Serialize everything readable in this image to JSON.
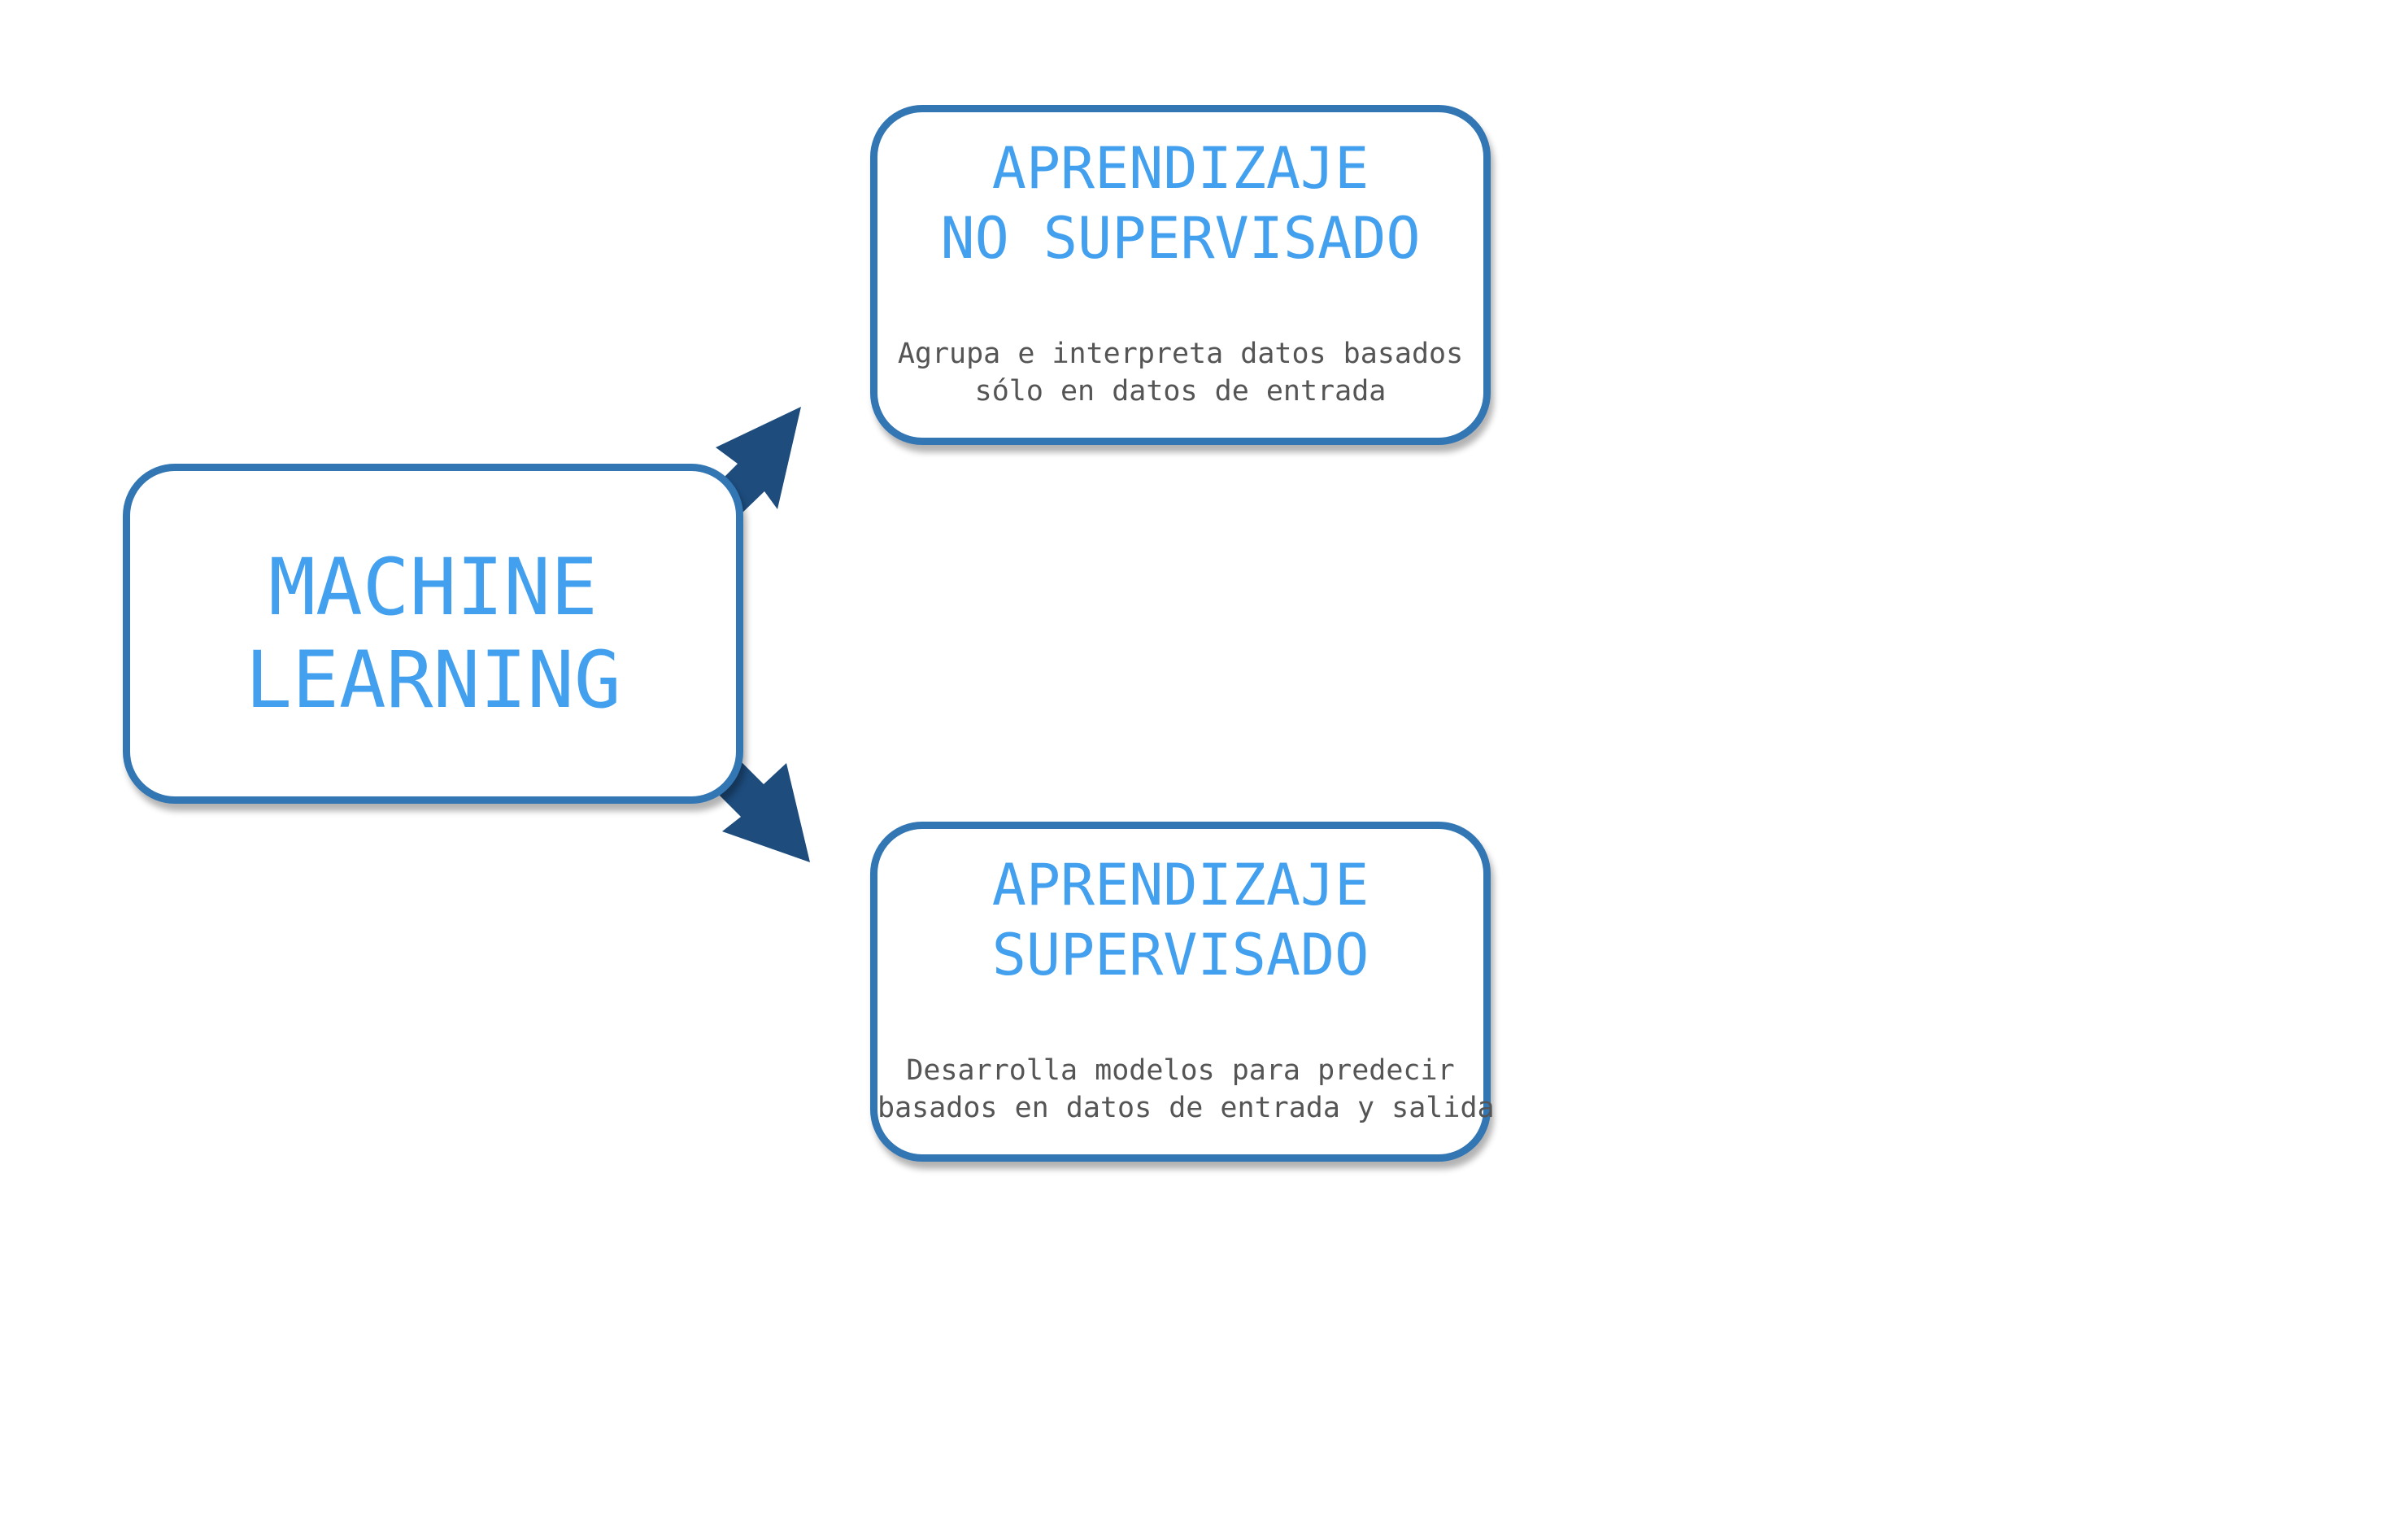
{
  "colors": {
    "node_border": "#3376b4",
    "title_text": "#42a0ef",
    "description_text": "#555555",
    "arrow": "#1d4c7d"
  },
  "root": {
    "title_line1": "MACHINE",
    "title_line2": "LEARNING"
  },
  "unsupervised": {
    "title_line1": "APRENDIZAJE",
    "title_line2": "NO SUPERVISADO",
    "desc_line1": "Agrupa e interpreta datos basados",
    "desc_line2": "sólo en datos de entrada"
  },
  "supervised": {
    "title_line1": "APRENDIZAJE",
    "title_line2": "SUPERVISADO",
    "desc_line1": "Desarrolla modelos para predecir",
    "desc_line2": "basados en datos de entrada y salida"
  }
}
